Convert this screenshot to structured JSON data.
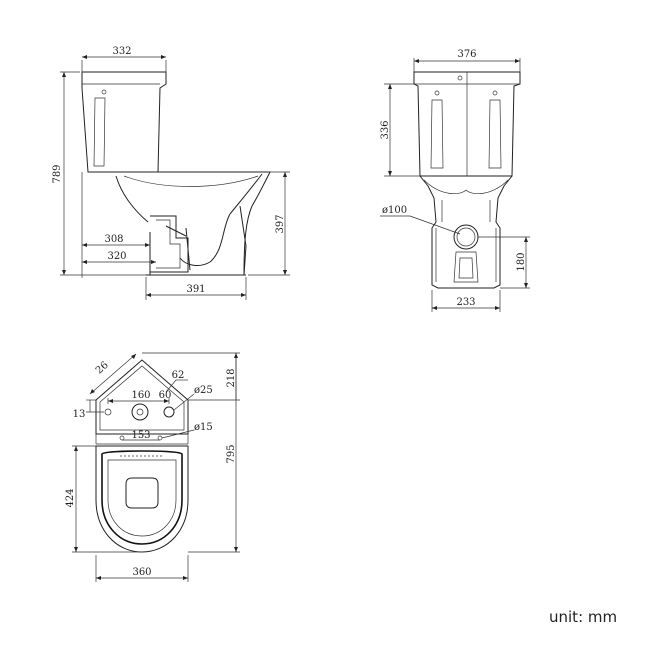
{
  "side_view": {
    "tank_depth": "332",
    "total_height": "789",
    "outlet_to_wall": "308",
    "base_to_wall": "320",
    "outlet_height": "397",
    "base_length": "391"
  },
  "front_view": {
    "tank_width": "376",
    "tank_height": "336",
    "pipe_diameter": "ø100",
    "outlet_height": "180",
    "base_width": "233"
  },
  "top_view": {
    "corner_side": "26",
    "hole_offset_left": "13",
    "hole_spacing": "160",
    "hole_offset_small": "60",
    "hole_offset_right": "62",
    "large_hole_diameter": "ø25",
    "front_hole_spacing": "153",
    "small_hole_diameter": "ø15",
    "tank_depth": "218",
    "total_length": "795",
    "bowl_length": "424",
    "bowl_width": "360"
  },
  "unit_label": "unit: mm"
}
